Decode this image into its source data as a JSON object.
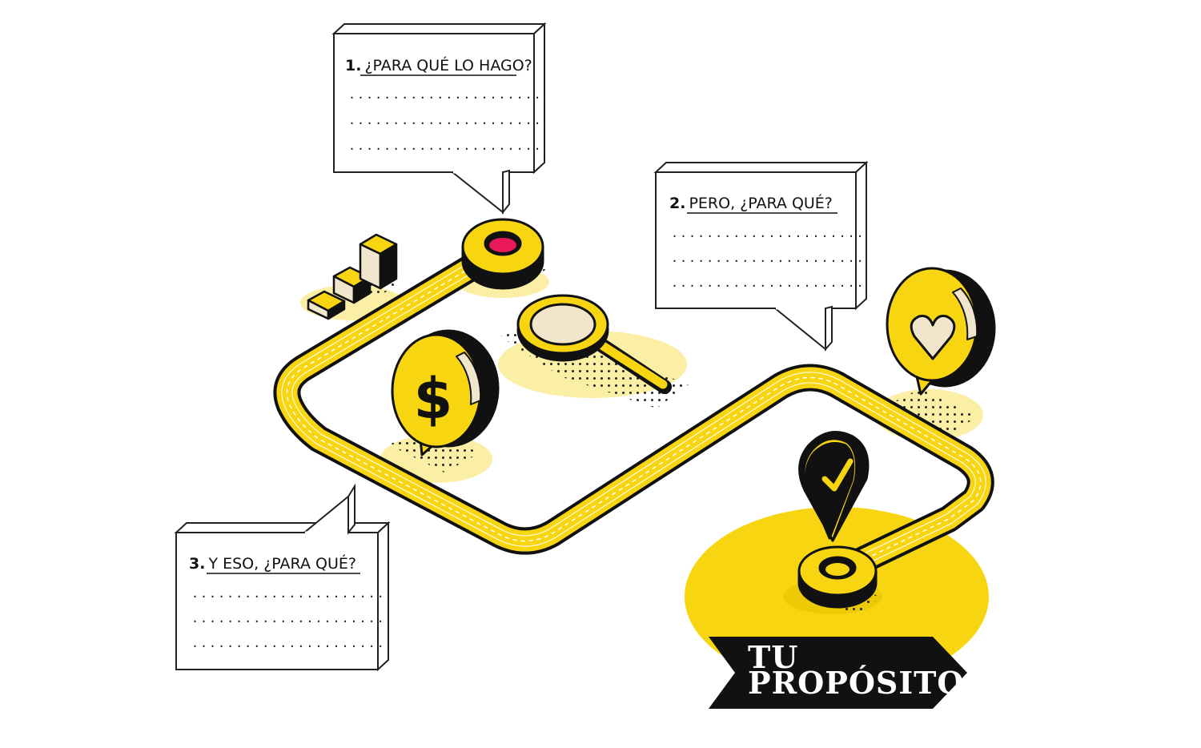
{
  "questions": {
    "q1": {
      "number": "1.",
      "text": "¿PARA QUÉ LO HAGO?",
      "lines": [
        "......................",
        "......................",
        "......................"
      ]
    },
    "q2": {
      "number": "2.",
      "text": "PERO, ¿PARA QUÉ?",
      "lines": [
        "......................",
        "......................",
        "......................"
      ]
    },
    "q3": {
      "number": "3.",
      "text": "Y ESO, ¿PARA QUÉ?",
      "lines": [
        "......................",
        "......................",
        "......................"
      ]
    }
  },
  "banner": {
    "line1": "TU",
    "line2": "PROPÓSITO"
  },
  "icons": [
    "bar-chart-icon",
    "dollar-bubble-icon",
    "magnifier-icon",
    "heart-bubble-icon",
    "check-pin-icon",
    "start-ring-icon",
    "end-ring-icon"
  ],
  "colors": {
    "accent": "#F7D611",
    "ink": "#111111",
    "paper": "#ffffff",
    "cream": "#F1E6CB",
    "pink": "#E8185A",
    "shadow": "#FBEFA6"
  }
}
